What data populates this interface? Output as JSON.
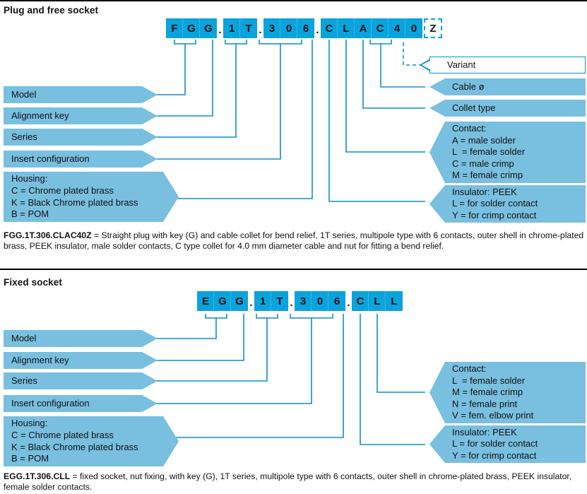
{
  "sections": [
    {
      "title": "Plug and free socket",
      "code": {
        "full": "FGG.1T.306.CLAC40Z",
        "groups": [
          {
            "chars": [
              "F",
              "G",
              "G"
            ]
          },
          {
            "chars": [
              "1",
              "T"
            ]
          },
          {
            "chars": [
              "3",
              "0",
              "6"
            ]
          },
          {
            "chars": [
              "C",
              "L",
              "A",
              "C",
              "4",
              "0"
            ]
          }
        ],
        "separator": ".",
        "variant_char": "Z"
      },
      "left_callouts": [
        {
          "name": "model",
          "text": "Model"
        },
        {
          "name": "alignment-key",
          "text": "Alignment key"
        },
        {
          "name": "series",
          "text": "Series"
        },
        {
          "name": "insert-configuration",
          "text": "Insert configuration"
        },
        {
          "name": "housing",
          "text": "Housing:\nC = Chrome plated brass\nK = Black Chrome plated brass\nB = POM"
        }
      ],
      "right_callouts": [
        {
          "name": "variant",
          "text": "Variant",
          "style": "outline"
        },
        {
          "name": "cable-diameter",
          "text": "Cable ø",
          "style": "filled"
        },
        {
          "name": "collet-type",
          "text": "Collet type",
          "style": "filled"
        },
        {
          "name": "contact",
          "text": "Contact:\nA = male solder\nL  = female solder\nC = male crimp\nM = female crimp",
          "style": "filled"
        },
        {
          "name": "insulator",
          "text": "Insulator: PEEK\nL = for solder contact\nY = for crimp contact",
          "style": "filled"
        }
      ],
      "caption_code": "FGG.1T.306.CLAC40Z",
      "caption_text": " = Straight plug with key (G) and cable collet for bend relief, 1T series, multipole type with 6 contacts, outer shell in chrome-plated brass, PEEK insulator, male solder contacts, C type collet for 4.0 mm diameter cable and nut for fitting a bend relief."
    },
    {
      "title": "Fixed socket",
      "code": {
        "full": "EGG.1T.306.CLL",
        "groups": [
          {
            "chars": [
              "E",
              "G",
              "G"
            ]
          },
          {
            "chars": [
              "1",
              "T"
            ]
          },
          {
            "chars": [
              "3",
              "0",
              "6"
            ]
          },
          {
            "chars": [
              "C",
              "L",
              "L"
            ]
          }
        ],
        "separator": ".",
        "variant_char": ""
      },
      "left_callouts": [
        {
          "name": "model",
          "text": "Model"
        },
        {
          "name": "alignment-key",
          "text": "Alignment key"
        },
        {
          "name": "series",
          "text": "Series"
        },
        {
          "name": "insert-configuration",
          "text": "Insert configuration"
        },
        {
          "name": "housing",
          "text": "Housing:\nC = Chrome plated brass\nK = Black Chrome plated brass\nB = POM"
        }
      ],
      "right_callouts": [
        {
          "name": "contact",
          "text": "Contact:\nL  = female solder\nM = female crimp\nN = female print\nV = fem. elbow print",
          "style": "filled"
        },
        {
          "name": "insulator",
          "text": "Insulator: PEEK\nL = for solder contact\nY = for crimp contact",
          "style": "filled"
        }
      ],
      "caption_code": "EGG.1T.306.CLL",
      "caption_text": " = fixed socket, nut fixing, with key (G), 1T series, multipole type with 6 contacts, outer shell in chrome-plated brass, PEEK insulator, female solder contacts."
    }
  ],
  "colors": {
    "chip_blue": "#0aa3dc",
    "callout_blue": "#79bfe0",
    "line_blue": "#0d8fc4",
    "text": "#111111",
    "background": "#ffffff"
  }
}
